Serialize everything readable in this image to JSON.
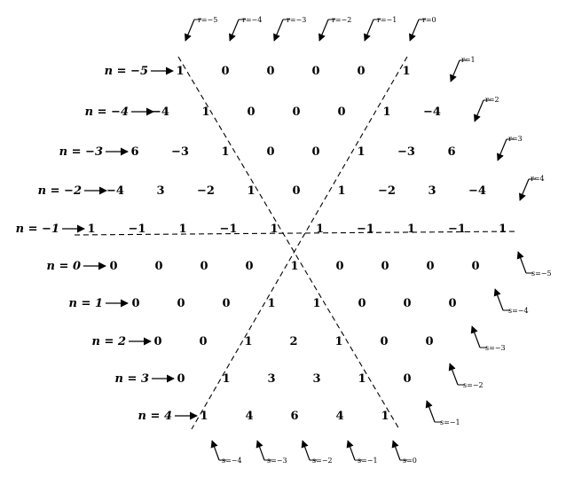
{
  "rows": [
    {
      "label": "n = −5",
      "values": [
        "1",
        "0",
        "0",
        "0",
        "0",
        "1"
      ]
    },
    {
      "label": "n = −4",
      "values": [
        "−4",
        "1",
        "0",
        "0",
        "0",
        "1",
        "−4"
      ]
    },
    {
      "label": "n = −3",
      "values": [
        "6",
        "−3",
        "1",
        "0",
        "0",
        "1",
        "−3",
        "6"
      ]
    },
    {
      "label": "n = −2",
      "values": [
        "−4",
        "3",
        "−2",
        "1",
        "0",
        "1",
        "−2",
        "3",
        "−4"
      ]
    },
    {
      "label": "n = −1",
      "values": [
        "1",
        "−1",
        "1",
        "−1",
        "1",
        "1",
        "−1",
        "1",
        "−1",
        "1"
      ]
    },
    {
      "label": "n = 0",
      "values": [
        "0",
        "0",
        "0",
        "0",
        "1",
        "0",
        "0",
        "0",
        "0"
      ]
    },
    {
      "label": "n = 1",
      "values": [
        "0",
        "0",
        "0",
        "1",
        "1",
        "0",
        "0",
        "0"
      ]
    },
    {
      "label": "n = 2",
      "values": [
        "0",
        "0",
        "1",
        "2",
        "1",
        "0",
        "0"
      ]
    },
    {
      "label": "n = 3",
      "values": [
        "0",
        "1",
        "3",
        "3",
        "1",
        "0"
      ]
    },
    {
      "label": "n = 4",
      "values": [
        "1",
        "4",
        "6",
        "4",
        "1"
      ]
    }
  ],
  "top_diagonals": [
    "r=−5",
    "r=−4",
    "r=−3",
    "r=−2",
    "r=−1",
    "r=0"
  ],
  "right_upper_diagonals": [
    "r=1",
    "r=2",
    "r=3",
    "r=4"
  ],
  "right_lower_diagonals": [
    "s=−5",
    "s=−4",
    "s=−3",
    "s=−2",
    "s=−1"
  ],
  "bottom_diagonals": [
    "s=−4",
    "s=−3",
    "s=−2",
    "s=−1",
    "s=0"
  ]
}
